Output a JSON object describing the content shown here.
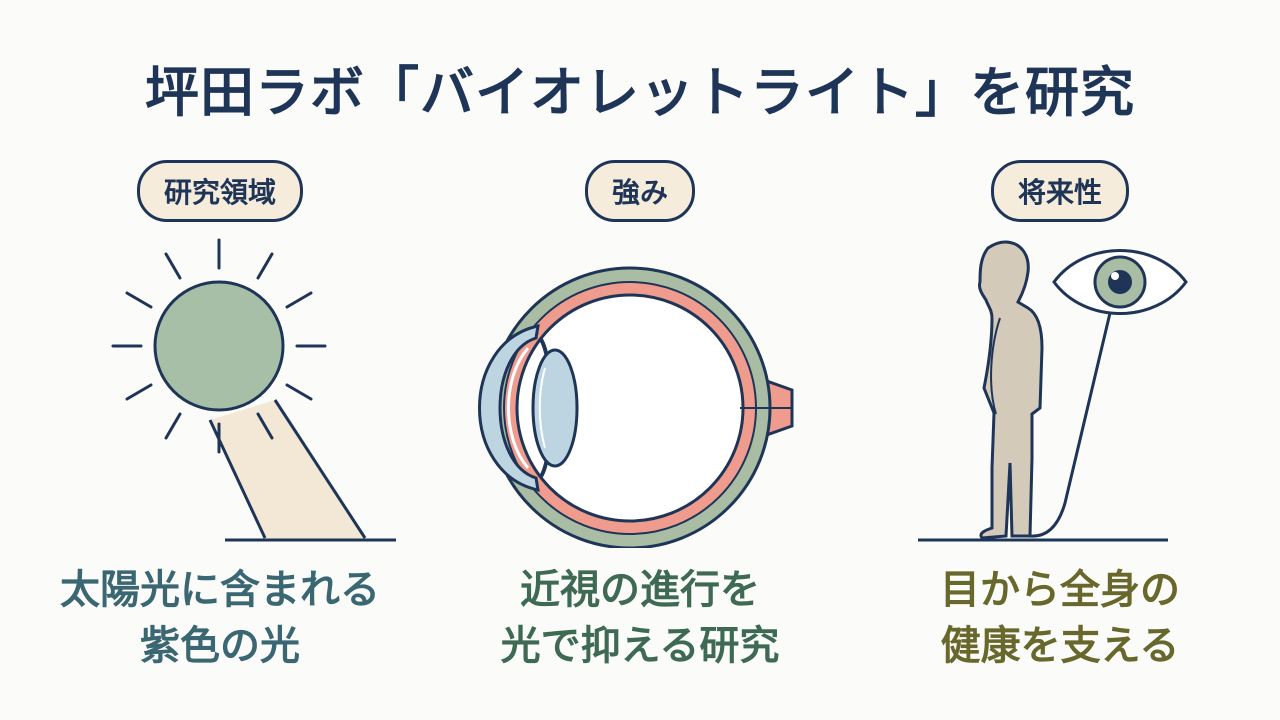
{
  "title": "坪田ラボ「バイオレットライト」を研究",
  "sections": [
    {
      "label": "研究領域",
      "caption_line1": "太陽光に含まれる",
      "caption_line2": "紫色の光",
      "icon": "sun-icon"
    },
    {
      "label": "強み",
      "caption_line1": "近視の進行を",
      "caption_line2": "光で抑える研究",
      "icon": "eyeball-cross-section-icon"
    },
    {
      "label": "将来性",
      "caption_line1": "目から全身の",
      "caption_line2": "健康を支える",
      "icon": "person-eye-icon"
    }
  ],
  "colors": {
    "navy": "#1f3557",
    "sun": "#a7bfa7",
    "eye_wall": "#a9bda4",
    "eye_red": "#ef9c8e",
    "person": "#d4cab9"
  }
}
